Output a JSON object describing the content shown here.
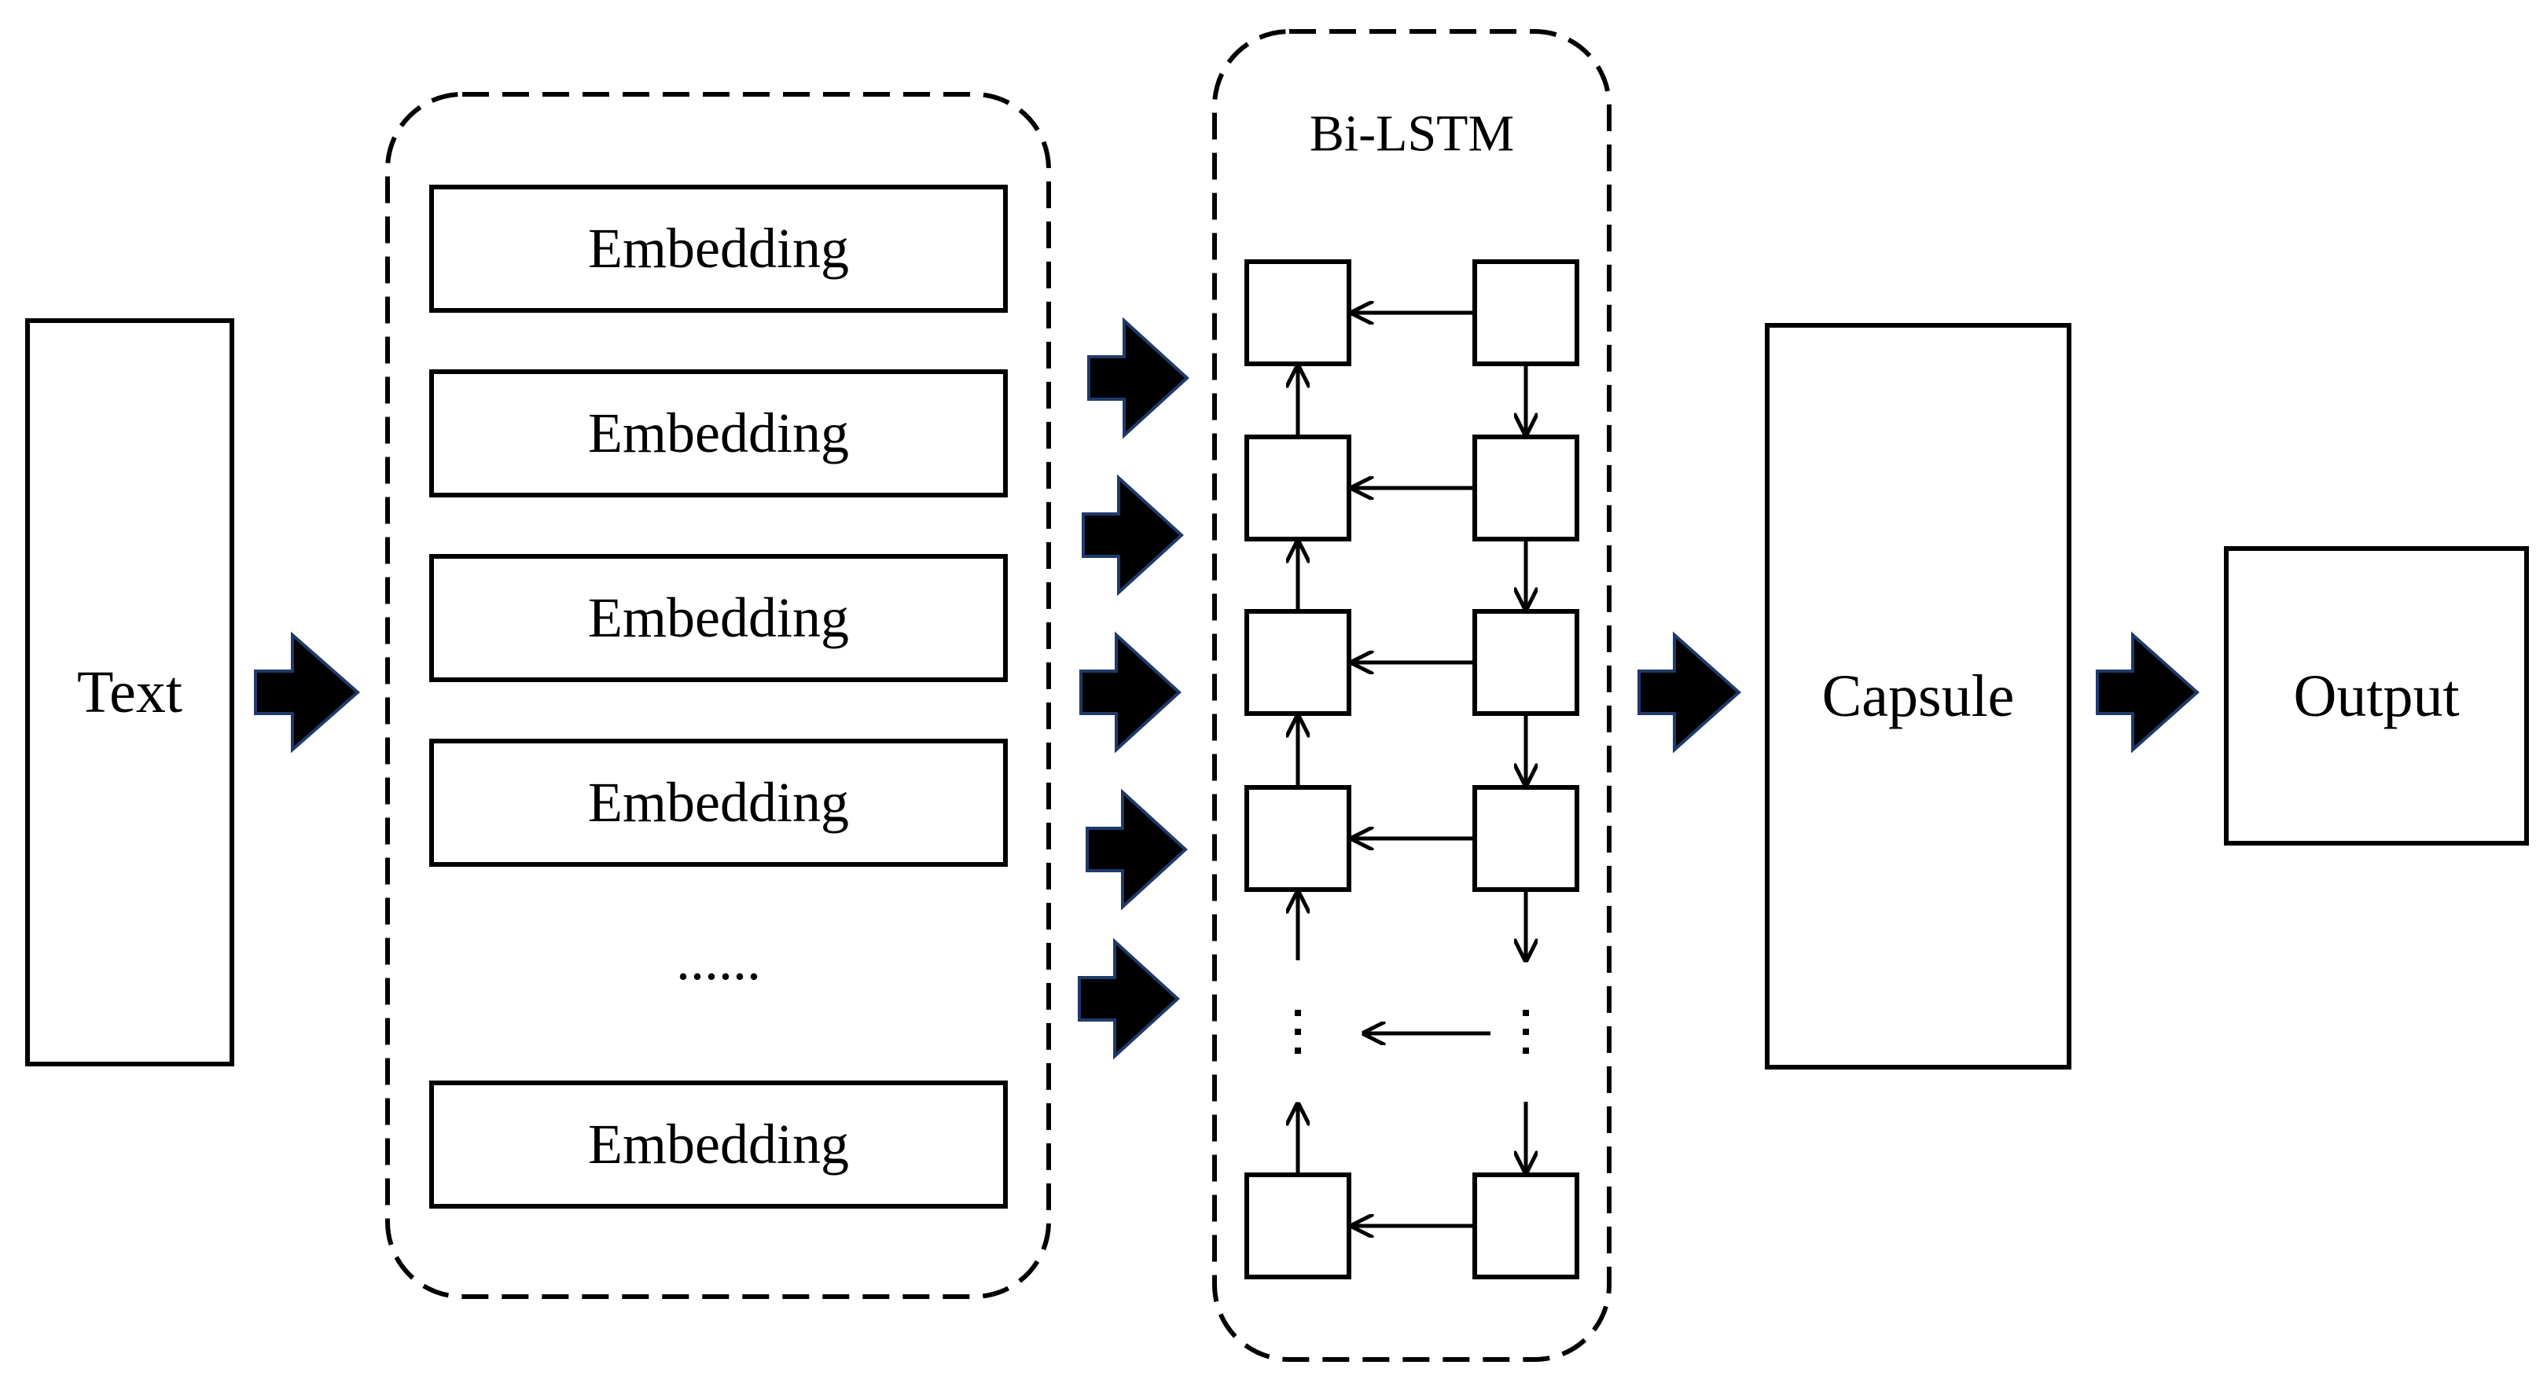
{
  "diagram": {
    "text_label": "Text",
    "embeddings": [
      "Embedding",
      "Embedding",
      "Embedding",
      "Embedding",
      "Embedding"
    ],
    "ellipsis": "......",
    "bilstm_title": "Bi-LSTM",
    "capsule_label": "Capsule",
    "output_label": "Output"
  },
  "colors": {
    "stroke": "#000000",
    "arrow_fill": "#000000",
    "arrow_outline": "#1f3a6b",
    "background": "#ffffff"
  }
}
